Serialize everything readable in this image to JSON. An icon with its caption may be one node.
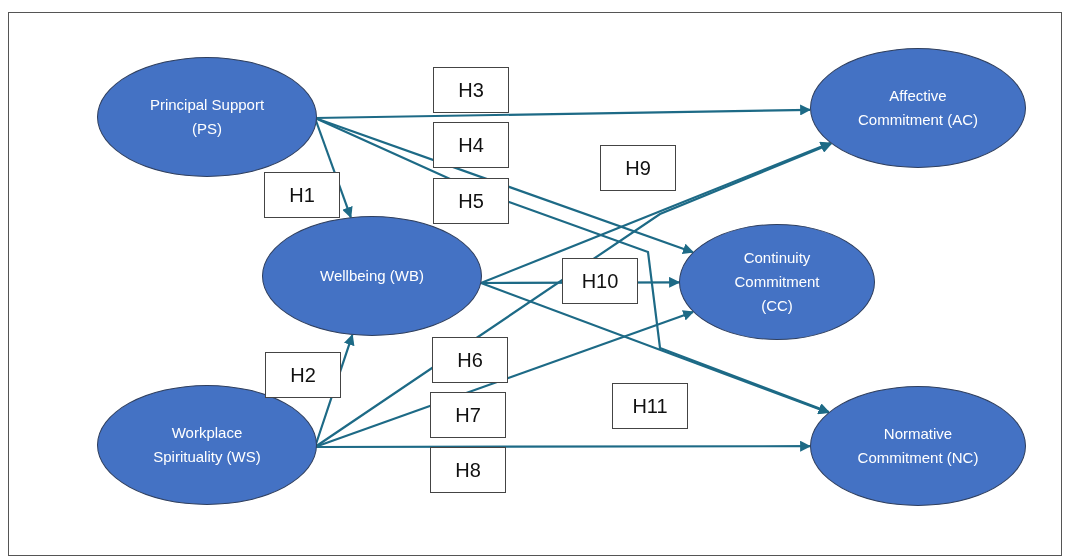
{
  "diagram": {
    "nodes": [
      {
        "text": [
          "Principal Support (PS)"
        ]
      },
      {
        "text": [
          "Affective Commitment (AC)"
        ]
      },
      {
        "text": [
          "Wellbeing (WB)"
        ]
      },
      {
        "text": [
          "Continuity Commitment (CC)"
        ]
      },
      {
        "text": [
          "Workplace Spirituality (WS)"
        ]
      },
      {
        "text": [
          "Normative Commitment (NC)"
        ]
      }
    ],
    "edges": [
      {
        "from": 0,
        "to": 2,
        "arrow": "to",
        "label": "H1"
      },
      {
        "from": 4,
        "to": 2,
        "arrow": "to",
        "label": "H2"
      },
      {
        "from": 0,
        "to": 1,
        "arrow": "to",
        "label": "H3"
      },
      {
        "from": 0,
        "to": 3,
        "arrow": "to",
        "label": "H4"
      },
      {
        "from": 0,
        "to": 5,
        "arrow": "to",
        "label": "H5"
      },
      {
        "from": 4,
        "to": 1,
        "arrow": "to",
        "label": "H6"
      },
      {
        "from": 4,
        "to": 3,
        "arrow": "to",
        "label": "H7"
      },
      {
        "from": 4,
        "to": 5,
        "arrow": "to",
        "label": "H8"
      },
      {
        "from": 2,
        "to": 1,
        "arrow": "to",
        "label": "H9"
      },
      {
        "from": 2,
        "to": 3,
        "arrow": "to",
        "label": "H10"
      },
      {
        "from": 2,
        "to": 5,
        "arrow": "to",
        "label": "H11"
      }
    ]
  }
}
